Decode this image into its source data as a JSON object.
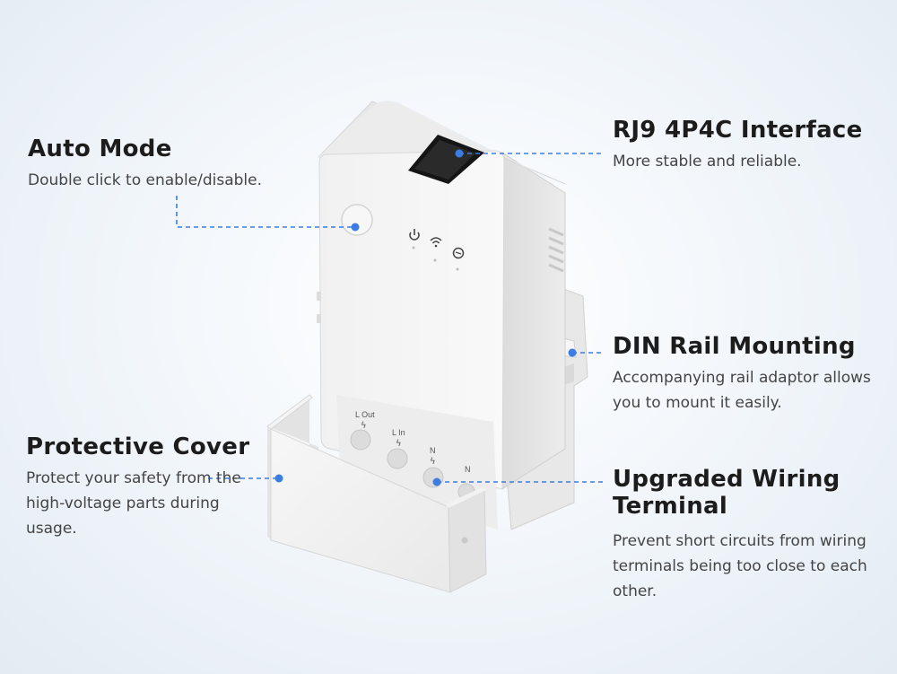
{
  "features": {
    "auto_mode": {
      "title": "Auto Mode",
      "description": "Double click to enable/disable."
    },
    "rj9": {
      "title": "RJ9 4P4C Interface",
      "description": "More stable and reliable."
    },
    "din_rail": {
      "title": "DIN Rail Mounting",
      "description": "Accompanying rail adaptor allows you to mount it easily."
    },
    "protective_cover": {
      "title": "Protective Cover",
      "description": "Protect your safety from the high-voltage parts during usage."
    },
    "wiring": {
      "title": "Upgraded Wiring Terminal",
      "description": "Prevent short circuits from wiring terminals being too close to each other."
    }
  },
  "terminal_labels": {
    "l_out": "L Out",
    "l_in": "L In",
    "n1": "N",
    "n2": "N"
  },
  "colors": {
    "accent": "#3b7de0",
    "device": "#f4f4f4"
  },
  "icons": [
    "power-icon",
    "wifi-icon",
    "sync-icon"
  ]
}
